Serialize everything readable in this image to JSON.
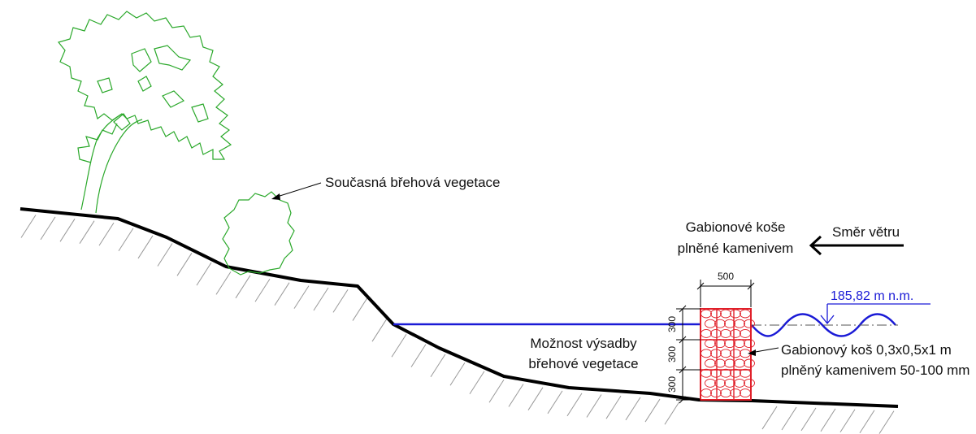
{
  "labels": {
    "current_vegetation": "Současná břehová vegetace",
    "gabion_baskets_line1": "Gabionové koše",
    "gabion_baskets_line2": "plněné kamenivem",
    "wind_direction": "Směr větru",
    "planting_line1": "Možnost výsadby",
    "planting_line2": "břehové vegetace",
    "gabion_spec_line1": "Gabionový koš 0,3x0,5x1 m",
    "gabion_spec_line2": "plněný kamenivem 50-100 mm",
    "water_level": "185,82 m n.m."
  },
  "dimensions": {
    "width": "500",
    "layer_top": "300",
    "layer_mid": "300",
    "layer_bottom": "300"
  },
  "colors": {
    "ground": "#000000",
    "vegetation": "#2aa82a",
    "water": "#1a1ad6",
    "gabion": "#e0202a",
    "text": "#111111"
  }
}
